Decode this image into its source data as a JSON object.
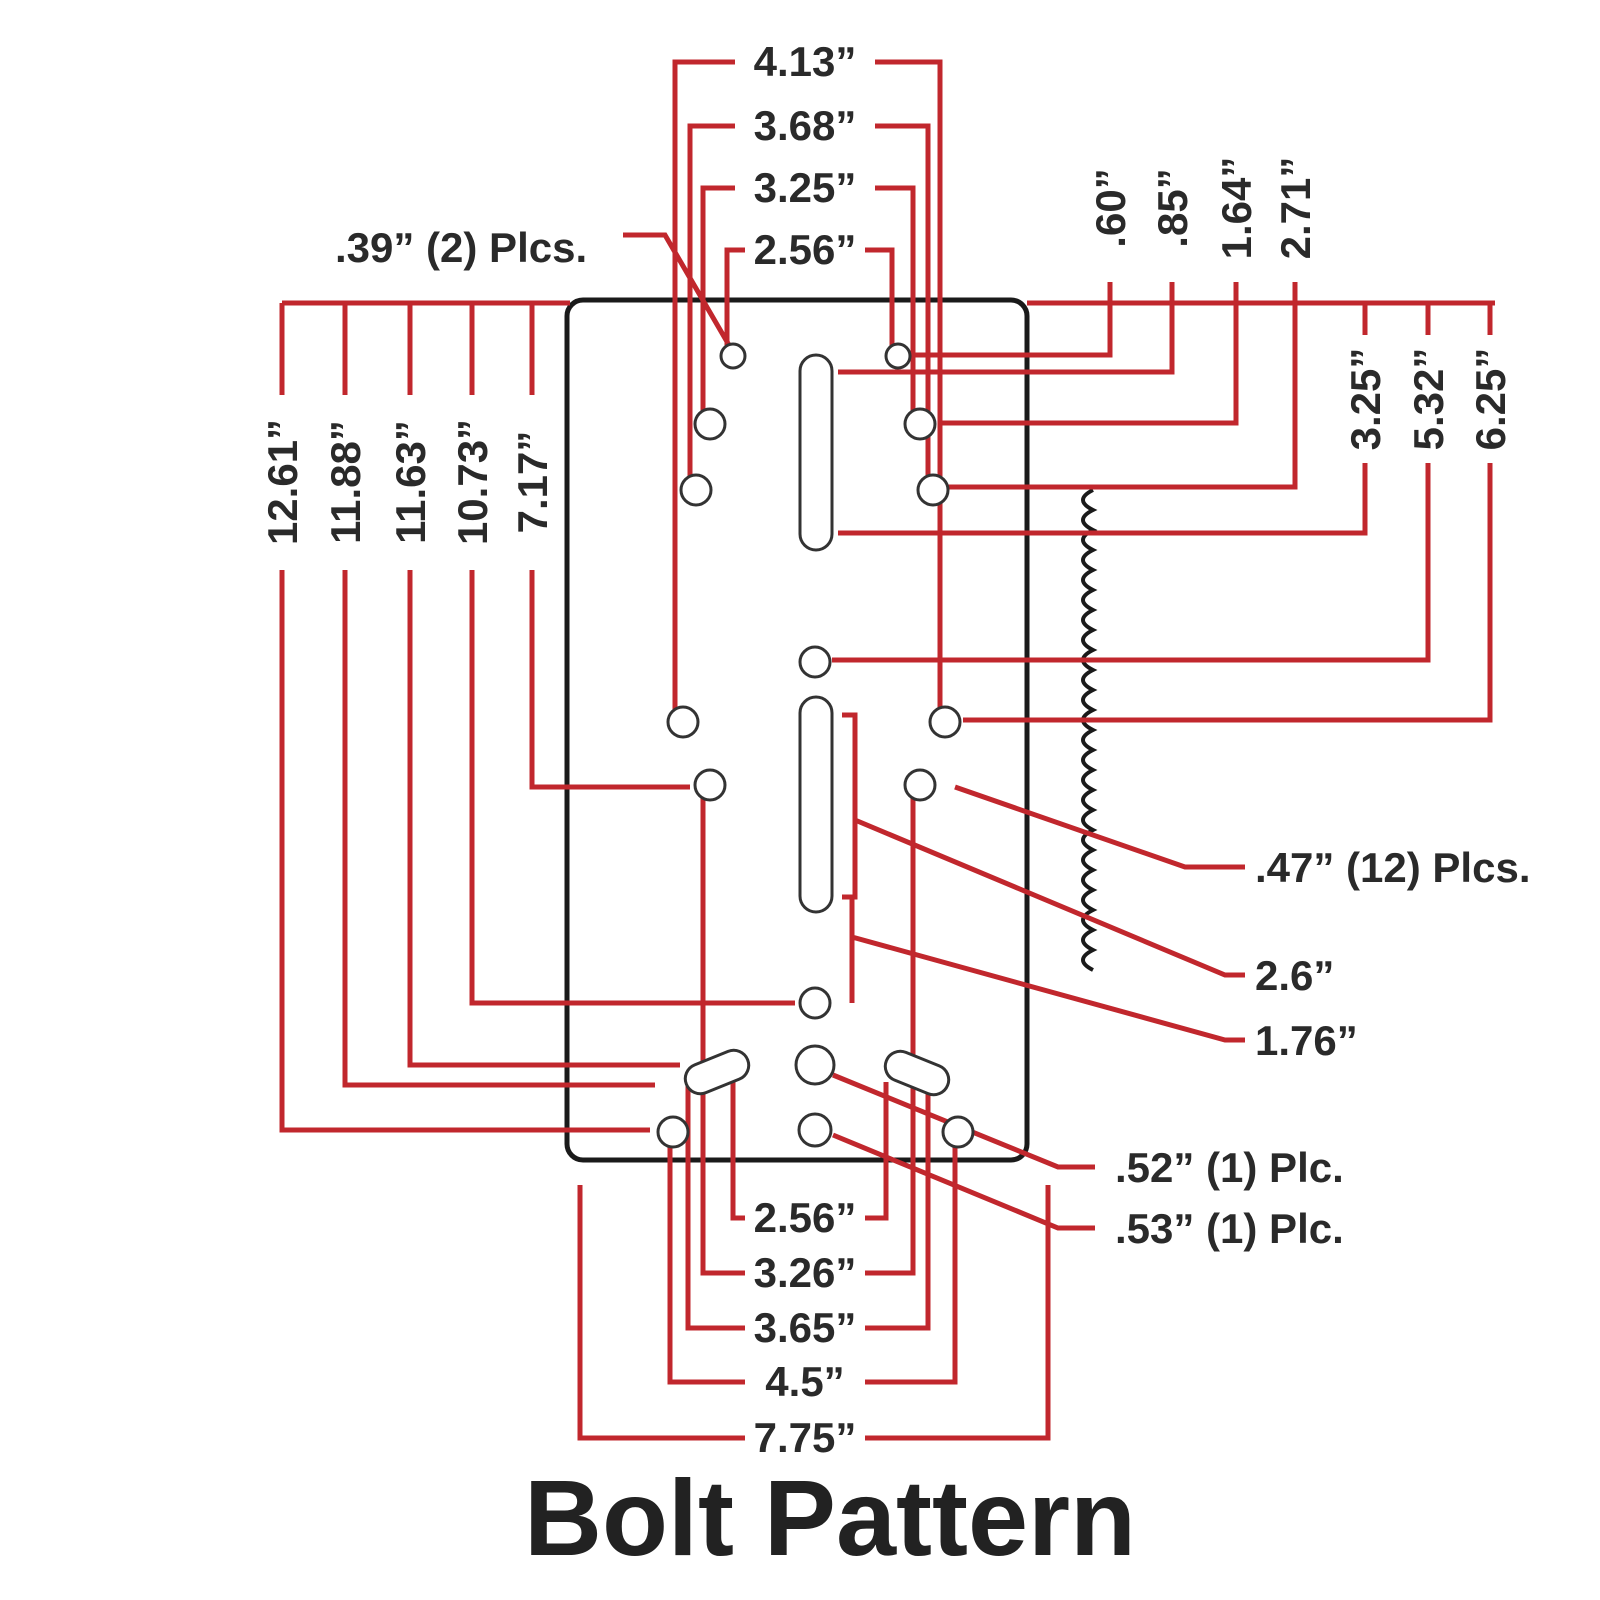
{
  "title": "Bolt Pattern",
  "colors": {
    "dimension_lines": "#c1272d",
    "outline": "#1a1a1a",
    "text": "#2a2a2a"
  },
  "top_widths": [
    "4.13”",
    "3.68”",
    "3.25”",
    "2.56”"
  ],
  "bottom_widths": [
    "2.56”",
    "3.26”",
    "3.65”",
    "4.5”",
    "7.75”"
  ],
  "left_heights": [
    "12.61”",
    "11.88”",
    "11.63”",
    "10.73”",
    "7.17”"
  ],
  "top_right_offsets": [
    ".60”",
    ".85”",
    "1.64”",
    "2.71”"
  ],
  "right_offsets": [
    "3.25”",
    "5.32”",
    "6.25”"
  ],
  "callouts": {
    "small_holes": ".39” (2) Plcs.",
    "holes": ".47” (12) Plcs.",
    "slot_a": "2.6”",
    "slot_b": "1.76”",
    "hole_52": ".52” (1) Plc.",
    "hole_53": ".53” (1) Plc."
  }
}
